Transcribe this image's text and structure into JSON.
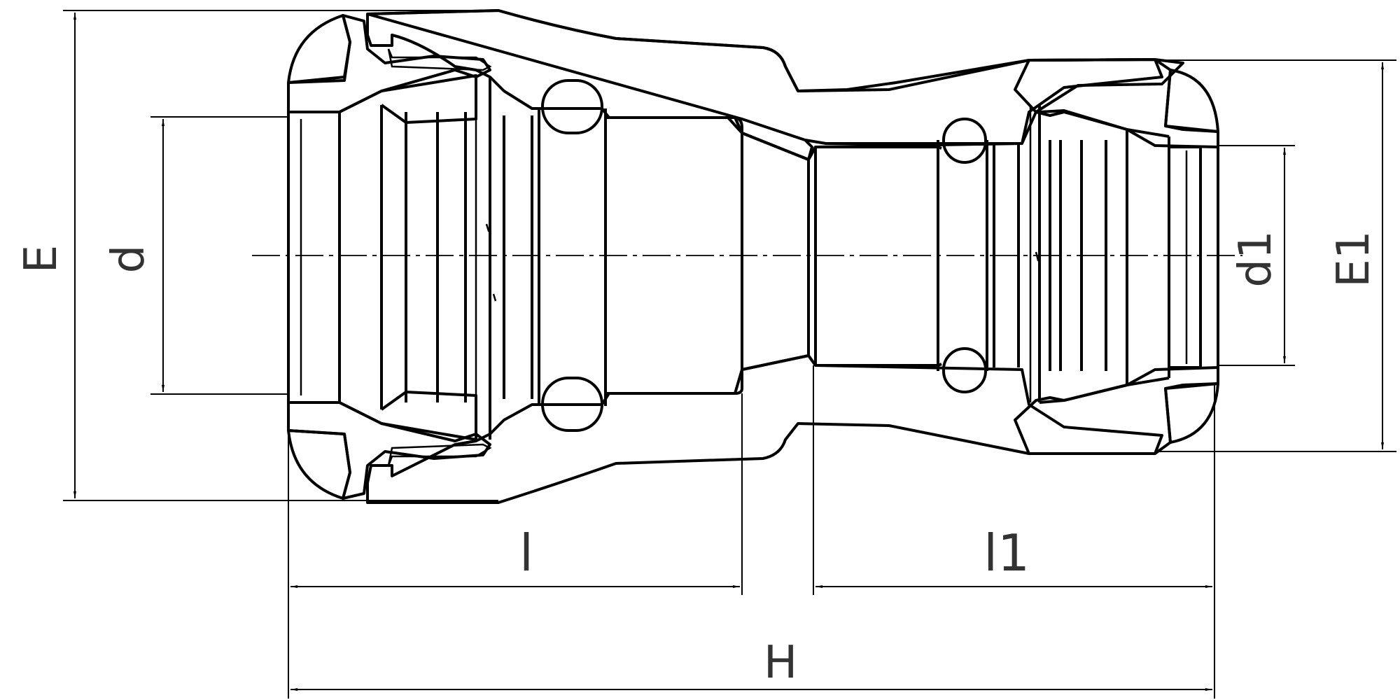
{
  "drawing": {
    "labels": {
      "E": "E",
      "d": "d",
      "l": "l",
      "l1": "l1",
      "H": "H",
      "d1": "d1",
      "E1": "E1"
    },
    "colors": {
      "line": "#000000",
      "label": "#333333",
      "background": "#ffffff"
    }
  }
}
